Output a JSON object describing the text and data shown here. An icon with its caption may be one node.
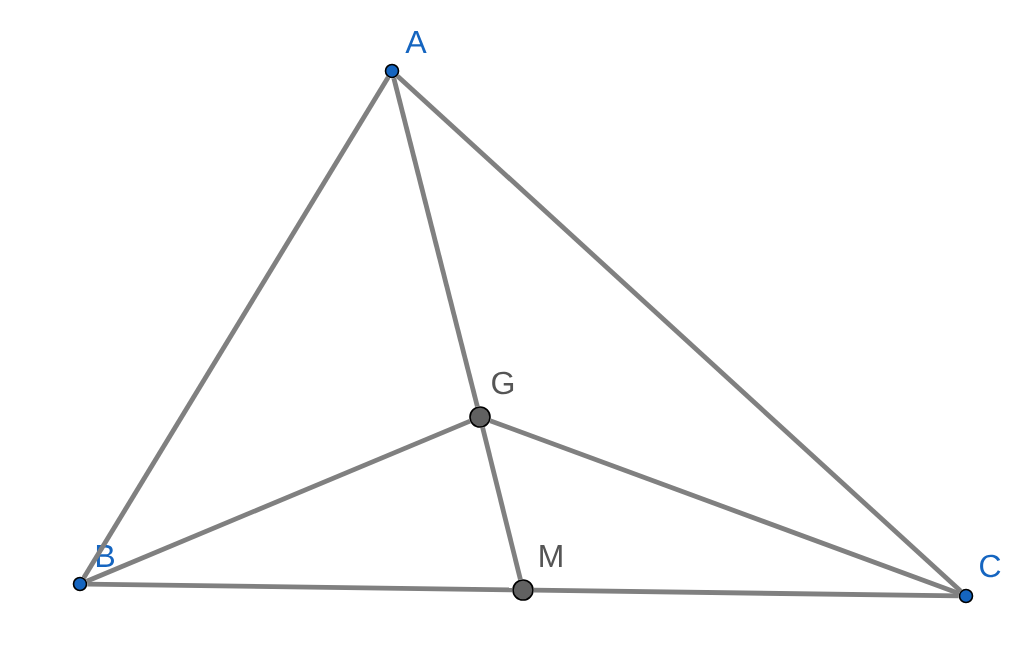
{
  "diagram": {
    "nodes": [
      {
        "text": [
          "A"
        ]
      },
      {
        "text": [
          "B"
        ]
      },
      {
        "text": [
          "C"
        ]
      },
      {
        "text": [
          "G"
        ]
      },
      {
        "text": [
          "M"
        ]
      }
    ],
    "edges": [
      {
        "from": 0,
        "to": 1,
        "arrow": "none"
      },
      {
        "from": 0,
        "to": 2,
        "arrow": "none"
      },
      {
        "from": 1,
        "to": 4,
        "arrow": "none"
      },
      {
        "from": 4,
        "to": 2,
        "arrow": "none"
      },
      {
        "from": 0,
        "to": 3,
        "arrow": "none"
      },
      {
        "from": 3,
        "to": 4,
        "arrow": "none"
      },
      {
        "from": 1,
        "to": 3,
        "arrow": "none"
      },
      {
        "from": 3,
        "to": 2,
        "arrow": "none"
      }
    ]
  }
}
